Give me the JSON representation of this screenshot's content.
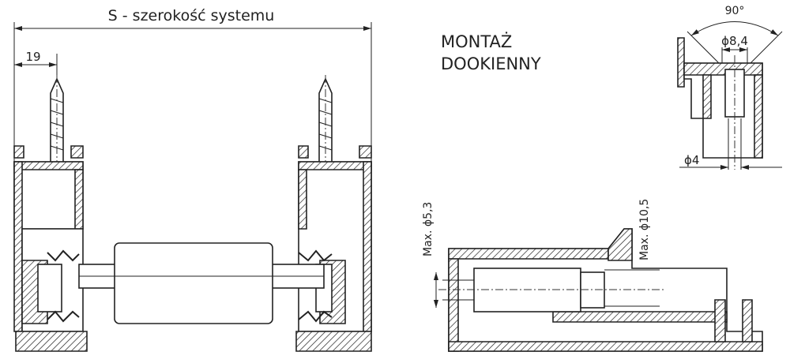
{
  "left_drawing": {
    "width_label": "S - szerokość systemu",
    "offset_label": "19"
  },
  "title": {
    "line1": "MONTAŻ",
    "line2": "DOOKIENNY"
  },
  "detail_top_right": {
    "angle_label": "90°",
    "countersink_label": "ϕ8,4",
    "hole_label": "ϕ4"
  },
  "detail_bottom_right": {
    "max_small_label": "Max. ϕ5,3",
    "max_large_label": "Max. ϕ10,5"
  }
}
